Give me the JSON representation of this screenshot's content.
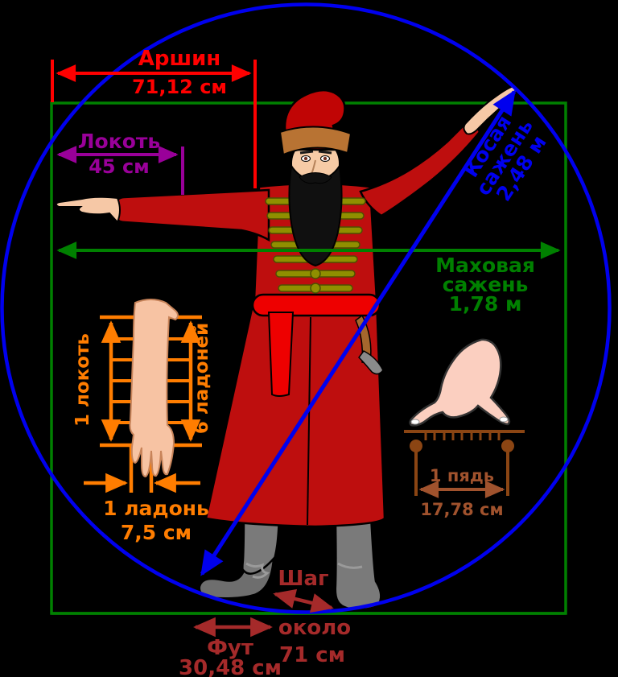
{
  "diagram": {
    "background": "#000000",
    "colors": {
      "red": "#FF0000",
      "purple": "#990099",
      "green": "#008000",
      "blue": "#0000EE",
      "orange": "#FF7D00",
      "brown": "#A0522D",
      "dark_red": "#A52A2A",
      "coat_red": "#BE0E0E",
      "bright_red": "#EE0000",
      "skin": "#F6C8A6",
      "fur_brown": "#B87333",
      "olive": "#8F8F00",
      "boot_gray": "#7A7A7A"
    },
    "measures": {
      "arshin": {
        "name": "Аршин",
        "value": "71,12 см"
      },
      "lokot": {
        "name": "Локоть",
        "value": "45 см"
      },
      "kosaya_sazhen": {
        "name_line1": "Косая",
        "name_line2": "сажень",
        "value": "2,48 м"
      },
      "makhovaya_sazhen": {
        "name_line1": "Маховая",
        "name_line2": "сажень",
        "value": "1,78 м"
      },
      "one_lokot": {
        "name": "1 локоть"
      },
      "six_ladonei": {
        "name": "6 ладоней"
      },
      "ladon": {
        "name": "1 ладонь",
        "value": "7,5 см"
      },
      "pyad": {
        "name": "1 пядь",
        "value": "17,78 см"
      },
      "shag": {
        "name": "Шаг",
        "value_line1": "около",
        "value_line2": "71 см"
      },
      "fut": {
        "name": "Фут",
        "value": "30,48 см"
      }
    }
  }
}
